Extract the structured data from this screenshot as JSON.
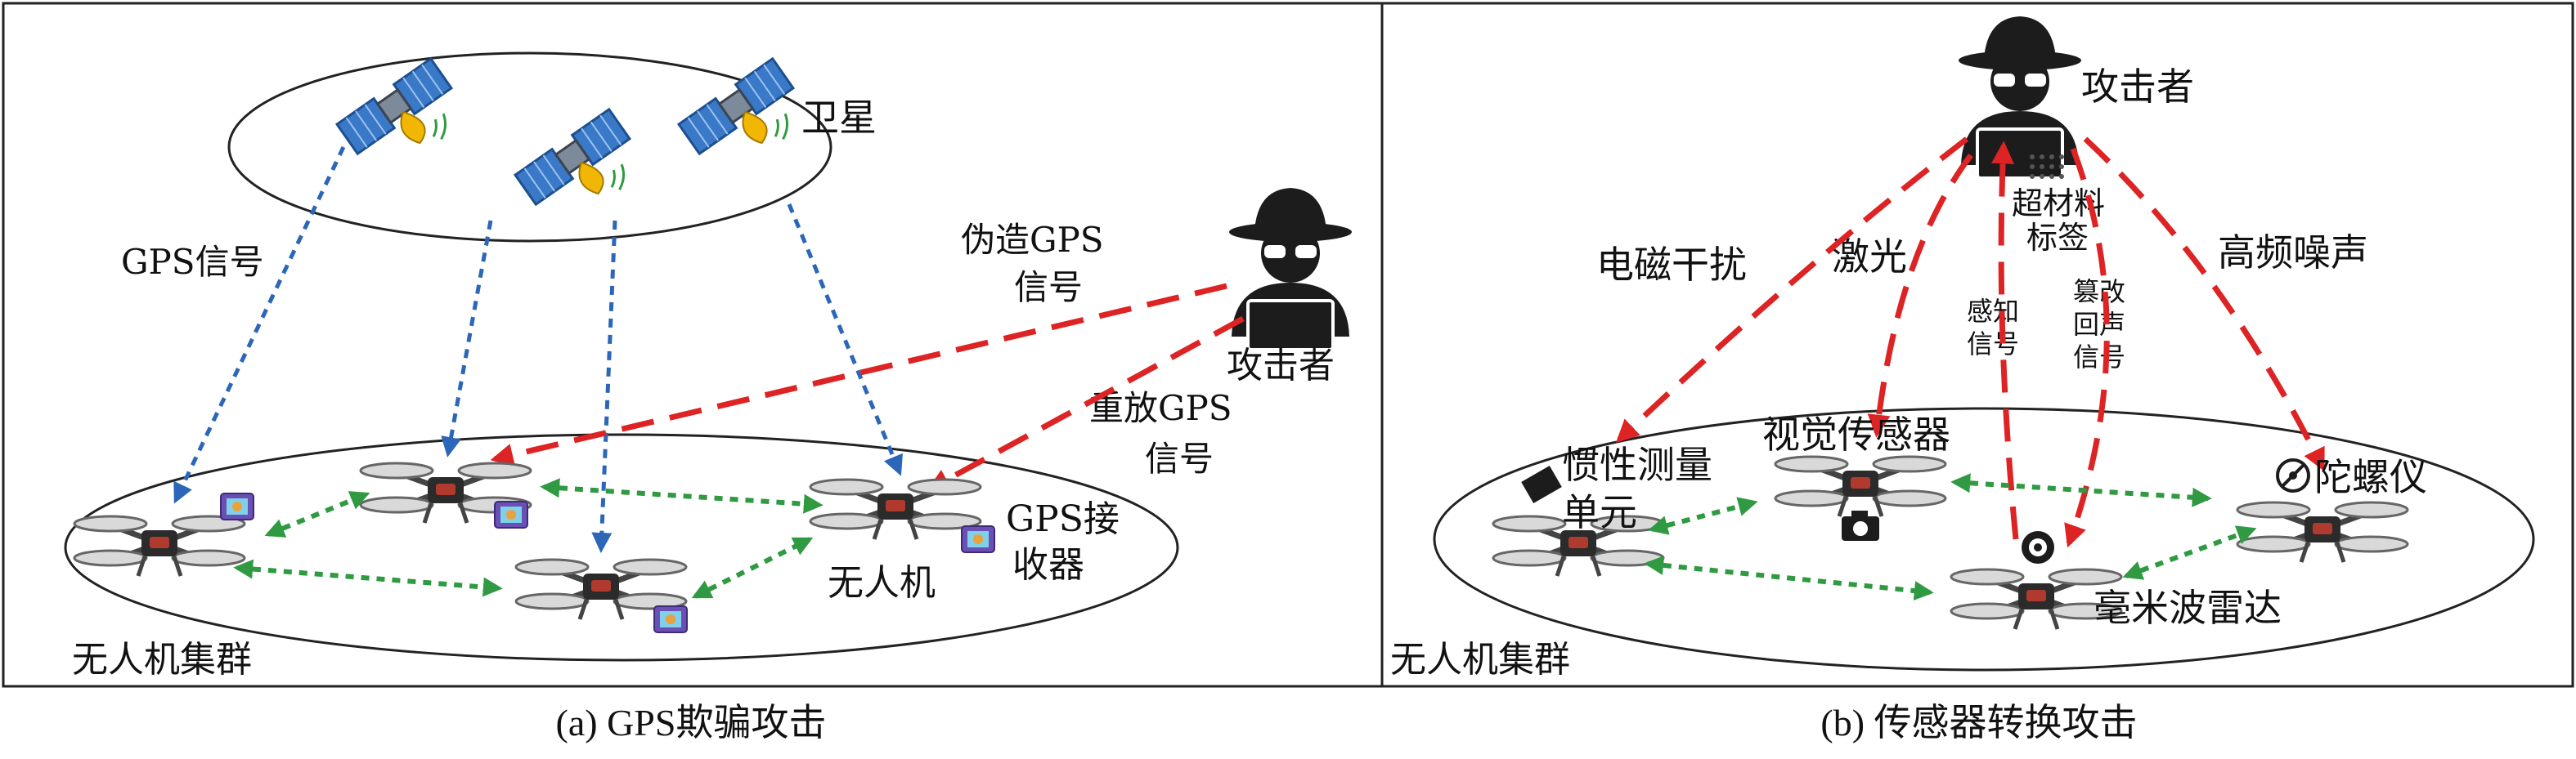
{
  "panel_a": {
    "satellite_label": "卫星",
    "gps_signal_label": "GPS信号",
    "fake_gps_label": [
      "伪造GPS",
      "信号"
    ],
    "attacker_label": "攻击者",
    "replay_gps_label": [
      "重放GPS",
      "信号"
    ],
    "receiver_label": [
      "GPS接",
      "收器"
    ],
    "drone_label": "无人机",
    "swarm_label": "无人机集群",
    "caption": "(a) GPS欺骗攻击"
  },
  "panel_b": {
    "attacker_label": "攻击者",
    "em_interference_label": "电磁干扰",
    "laser_label": "激光",
    "metamaterial_label": [
      "超材料",
      "标签"
    ],
    "sense_signal_label": [
      "感知",
      "信号"
    ],
    "tamper_signal_label": [
      "篡改",
      "回声",
      "信号"
    ],
    "high_freq_noise_label": "高频噪声",
    "imu_label": [
      "惯性测量",
      "单元"
    ],
    "vision_label": "视觉传感器",
    "gyro_label": "陀螺仪",
    "radar_label": "毫米波雷达",
    "swarm_label": "无人机集群",
    "caption": "(b) 传感器转换攻击"
  },
  "colors": {
    "gps_signal": "#2c66b8",
    "attack": "#dd2323",
    "communication": "#2f9a41"
  },
  "icons": [
    "satellite-icon",
    "hacker-icon",
    "drone-icon",
    "gps-receiver-icon",
    "imu-chip-icon",
    "camera-icon",
    "radar-icon",
    "gyroscope-icon"
  ]
}
